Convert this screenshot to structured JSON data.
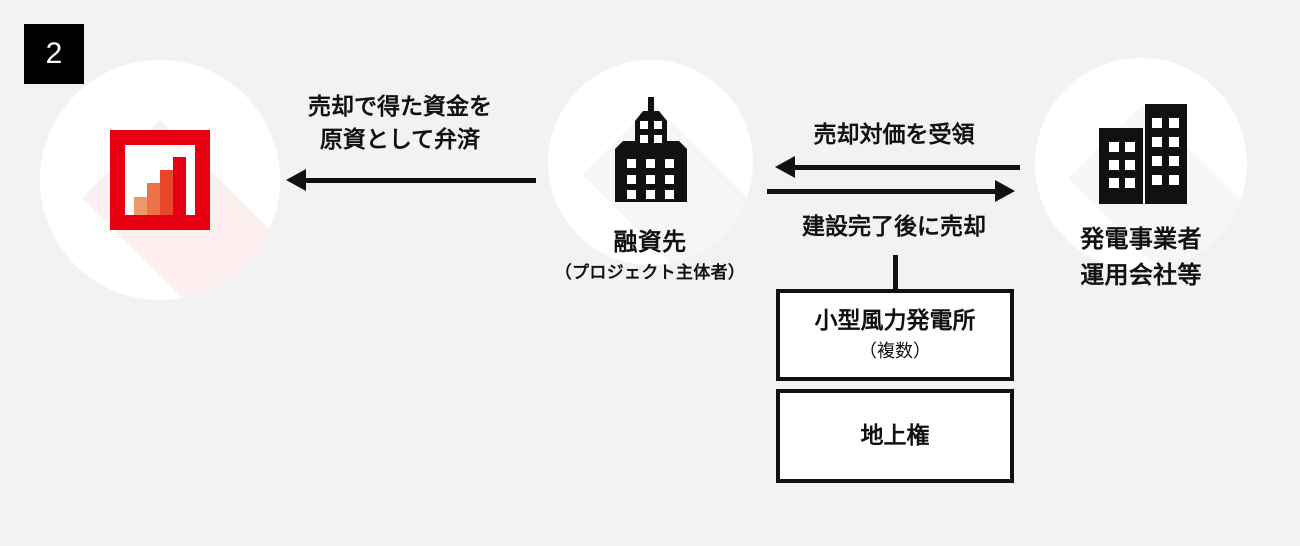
{
  "step": {
    "number": "2"
  },
  "nodes": [
    {
      "id": "borrower-finance",
      "icon": "bar-chart-icon",
      "caption_main": "",
      "caption_sub": ""
    },
    {
      "id": "loan-recipient",
      "icon": "office-tower-icon",
      "caption_main": "融資先",
      "caption_sub": "（プロジェクト主体者）"
    },
    {
      "id": "power-operator",
      "icon": "two-buildings-icon",
      "caption_main": "発電事業者",
      "caption_sub": "運用会社等"
    }
  ],
  "arrows": [
    {
      "id": "repayment",
      "direction": "left",
      "label_line1": "売却で得た資金を",
      "label_line2": "原資として弁済"
    },
    {
      "id": "receive-sale-proceeds",
      "direction": "left",
      "label_line1": "売却対価を受領",
      "label_line2": ""
    },
    {
      "id": "sell-after-construction",
      "direction": "right",
      "label_line1": "建設完了後に売却",
      "label_line2": ""
    }
  ],
  "asset_boxes": [
    {
      "id": "wind-plant",
      "title": "小型風力発電所",
      "sub": "（複数）"
    },
    {
      "id": "surface-rights",
      "title": "地上権",
      "sub": ""
    }
  ],
  "colors": {
    "background": "#f2f2f2",
    "ink": "#111111",
    "disc": "#ffffff",
    "accent_red": "#e60012",
    "bar1": "#f0976a",
    "bar2": "#ee7248",
    "bar3": "#e8472a",
    "bar4": "#e60012",
    "shadow_gray": "#f6f6f6",
    "shadow_pink": "#fdeff0"
  },
  "chart_icon": {
    "type": "bar",
    "values": [
      1,
      2,
      3,
      4
    ],
    "bar_colors": [
      "#f0976a",
      "#ee7248",
      "#e8472a",
      "#e60012"
    ]
  }
}
